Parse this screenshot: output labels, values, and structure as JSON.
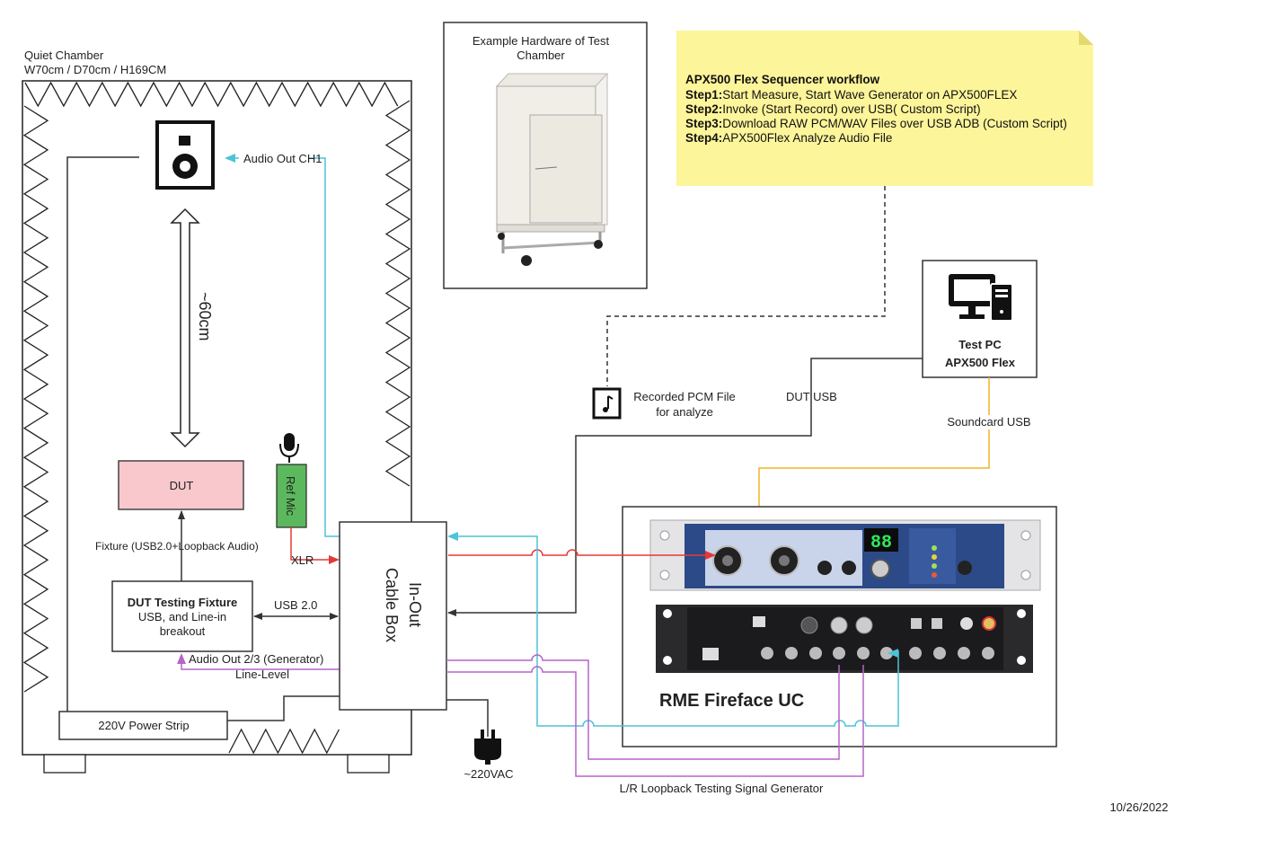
{
  "chamber": {
    "title": "Quiet Chamber",
    "dims": "W70cm / D70cm / H169CM"
  },
  "hardware_example": {
    "title_line1": "Example Hardware of Test",
    "title_line2": "Chamber"
  },
  "note": {
    "title": "APX500 Flex Sequencer workflow",
    "steps": [
      {
        "label": "Step1:",
        "text": "Start Measure, Start Wave Generator on APX500FLEX"
      },
      {
        "label": "Step2:",
        "text": "Invoke (Start Record) over USB( Custom Script)"
      },
      {
        "label": "Step3:",
        "text": "Download RAW PCM/WAV Files over USB ADB (Custom Script)"
      },
      {
        "label": "Step4:",
        "text": "APX500Flex Analyze Audio File"
      }
    ],
    "color": "#fdf59a"
  },
  "labels": {
    "audio_out_ch1": "Audio Out CH1",
    "distance": "~60cm",
    "dut": "DUT",
    "ref_mic": "Ref Mic",
    "fixture_link": "Fixture (USB2.0+Loopback Audio)",
    "xlr": "XLR",
    "fixture_title": "DUT Testing Fixture",
    "fixture_sub1": "USB, and Line-in",
    "fixture_sub2": "breakout",
    "usb20": "USB 2.0",
    "audio_out_23": "Audio Out 2/3  (Generator)",
    "line_level": "Line-Level",
    "power_strip": "220V Power Strip",
    "cable_box_line1": "In-Out",
    "cable_box_line2": "Cable Box",
    "ac": "~220VAC",
    "recorded_line1": "Recorded PCM File",
    "recorded_line2": "for analyze",
    "dut_usb": "DUT USB",
    "test_pc_line1": "Test PC",
    "test_pc_line2": "APX500 Flex",
    "soundcard_usb": "Soundcard USB",
    "rme": "RME Fireface UC",
    "loopback": "L/R Loopback Testing Signal Generator",
    "date": "10/26/2022"
  },
  "colors": {
    "cyan": "#4cc3d6",
    "red": "#e53935",
    "purple": "#b565c8",
    "orange": "#f0b429",
    "dut_fill": "#f8c8cc",
    "mic_fill": "#5cb85c"
  },
  "icons": {
    "speaker": "speaker-icon",
    "mic": "microphone-icon",
    "pc": "computer-icon",
    "plug": "power-plug-icon",
    "music": "music-file-icon"
  }
}
